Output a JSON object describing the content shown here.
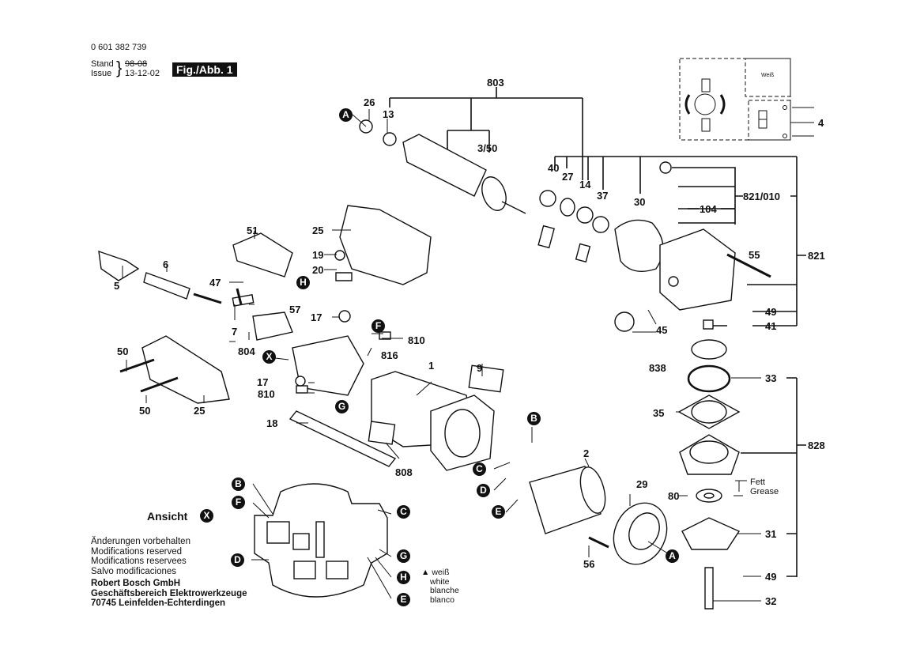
{
  "header": {
    "part_number": "0 601 382 739",
    "stand_label": "Stand",
    "stand_value": "98-08",
    "issue_label": "Issue",
    "issue_value": "13-12-02",
    "figure_label": "Fig./Abb. 1"
  },
  "parts": {
    "p803": "803",
    "p26": "26",
    "p13": "13",
    "p350": "3/50",
    "p40": "40",
    "p27": "27",
    "p14": "14",
    "p37": "37",
    "p30": "30",
    "p821_010": "821/010",
    "p104": "104",
    "p821": "821",
    "p55": "55",
    "p49a": "49",
    "p41": "41",
    "p45": "45",
    "p838": "838",
    "p33": "33",
    "p35": "35",
    "p828": "828",
    "p80": "80",
    "p31": "31",
    "p49b": "49",
    "p32": "32",
    "p29": "29",
    "p2": "2",
    "p56": "56",
    "p4": "4",
    "p25a": "25",
    "p19": "19",
    "p20": "20",
    "p51": "51",
    "p6": "6",
    "p5": "5",
    "p47": "47",
    "p57": "57",
    "p7": "7",
    "p804": "804",
    "p17a": "17",
    "p810a": "810",
    "p816": "816",
    "p17b": "17",
    "p810b": "810",
    "p18": "18",
    "p9": "9",
    "p1": "1",
    "p808": "808",
    "p50a": "50",
    "p50b": "50",
    "p25b": "25"
  },
  "callouts": {
    "A1": "A",
    "A2": "A",
    "B1": "B",
    "B2": "B",
    "C1": "C",
    "C2": "C",
    "D1": "D",
    "D2": "D",
    "E1": "E",
    "E2": "E",
    "F1": "F",
    "F2": "F",
    "G1": "G",
    "G2": "G",
    "H1": "H",
    "H2": "H",
    "X1": "X",
    "X2": "X"
  },
  "wiring": {
    "weiss": "Weiß"
  },
  "grease": {
    "de": "Fett",
    "en": "Grease"
  },
  "view": {
    "label": "Ansicht"
  },
  "notes": {
    "lines": [
      "Änderungen vorbehalten",
      "Modifications reserved",
      "Modifications reservees",
      "Salvo modificaciones"
    ],
    "company": "Robert Bosch GmbH",
    "division": "Geschäftsbereich Elektrowerkzeuge",
    "address": "70745 Leinfelden-Echterdingen"
  },
  "wire_legend": {
    "marker": "▲",
    "lines": [
      "weiß",
      "white",
      "blanche",
      "blanco"
    ]
  }
}
